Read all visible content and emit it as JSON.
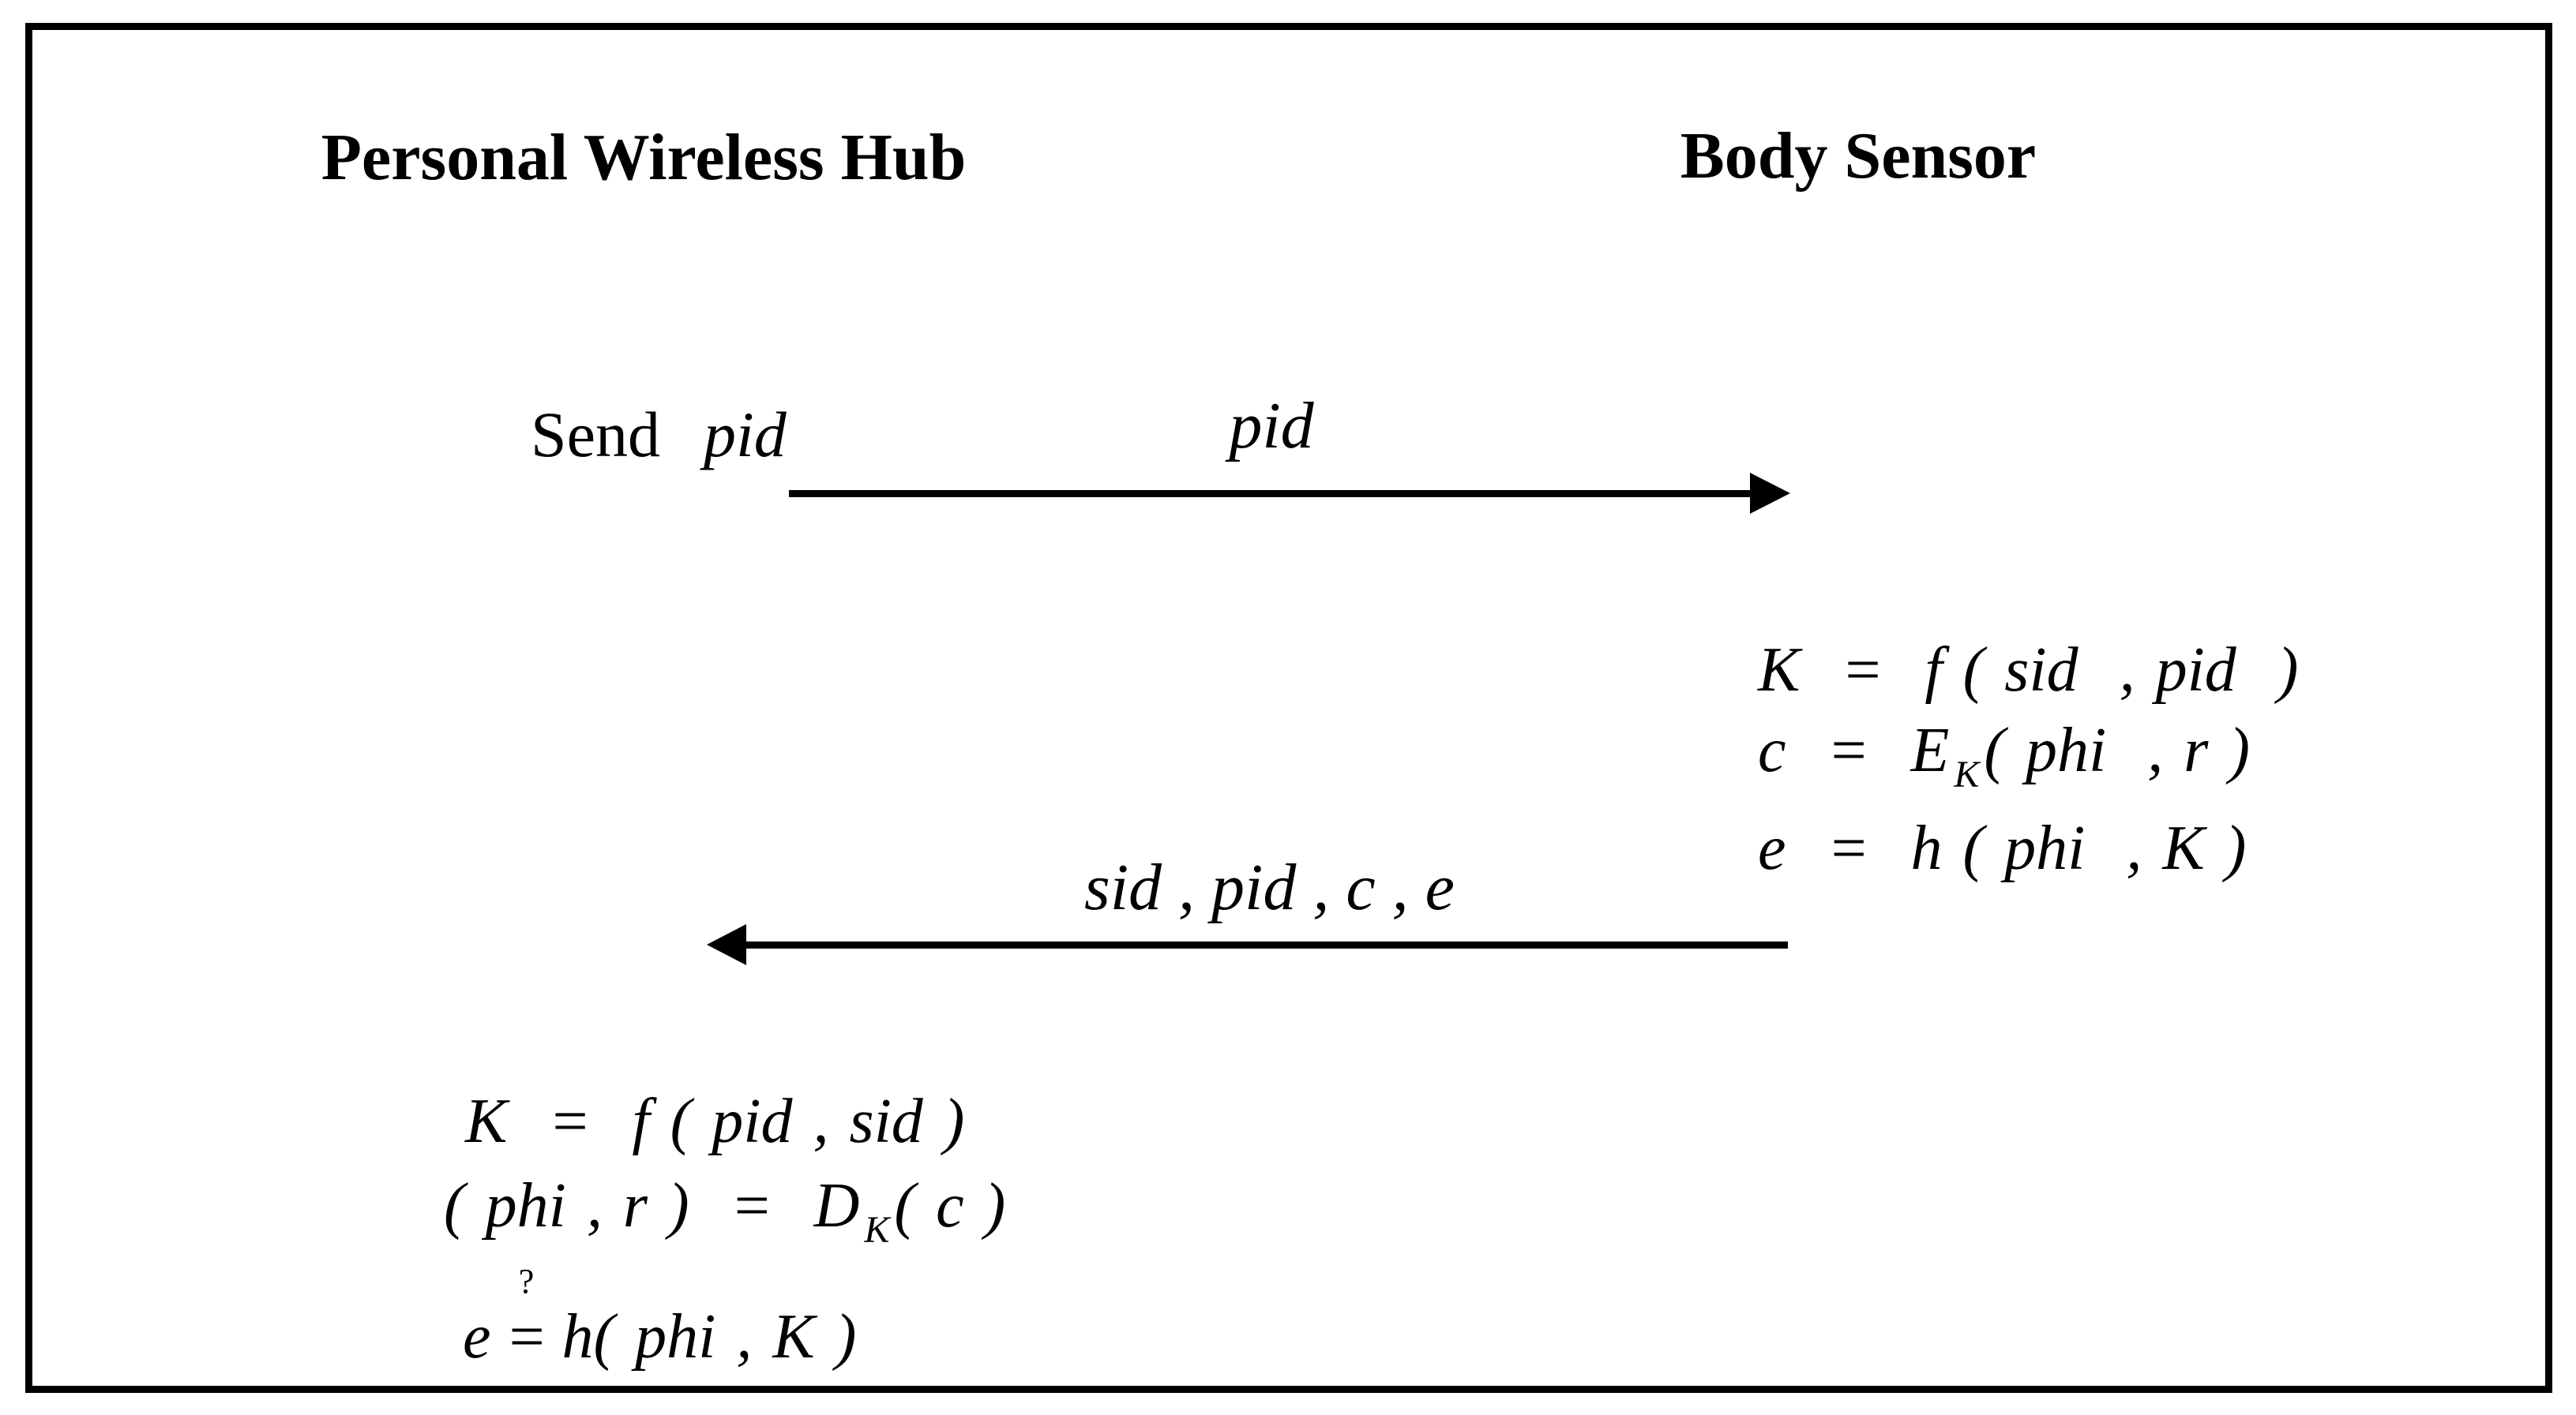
{
  "colors": {
    "ink": "#000000",
    "background": "#ffffff"
  },
  "diagram": {
    "left_party": "Personal Wireless Hub",
    "right_party": "Body Sensor",
    "hub_action": {
      "verb": "Send",
      "arg": "pid"
    },
    "message1": {
      "label": "pid",
      "arrow_icon": "arrow-right-icon"
    },
    "sensor_steps": [
      {
        "pre": "K  =  f ( sid  , pid  )",
        "sub": "",
        "post": ""
      },
      {
        "pre": "c  =  E",
        "sub": "K",
        "post": "( phi  , r )"
      },
      {
        "pre": "e  =  h ( phi  , K )",
        "sub": "",
        "post": ""
      }
    ],
    "message2": {
      "label": "sid , pid , c , e",
      "arrow_icon": "arrow-left-icon"
    },
    "hub_steps": [
      {
        "pre": "K  =  f ( pid , sid )",
        "sub": "",
        "post": ""
      },
      {
        "pre": "( phi , r )  =  D",
        "sub": "K",
        "post": "( c )"
      }
    ],
    "hub_verify": {
      "lhs": "e",
      "eq": "=",
      "question": "?",
      "rhs": "h( phi , K )"
    }
  }
}
